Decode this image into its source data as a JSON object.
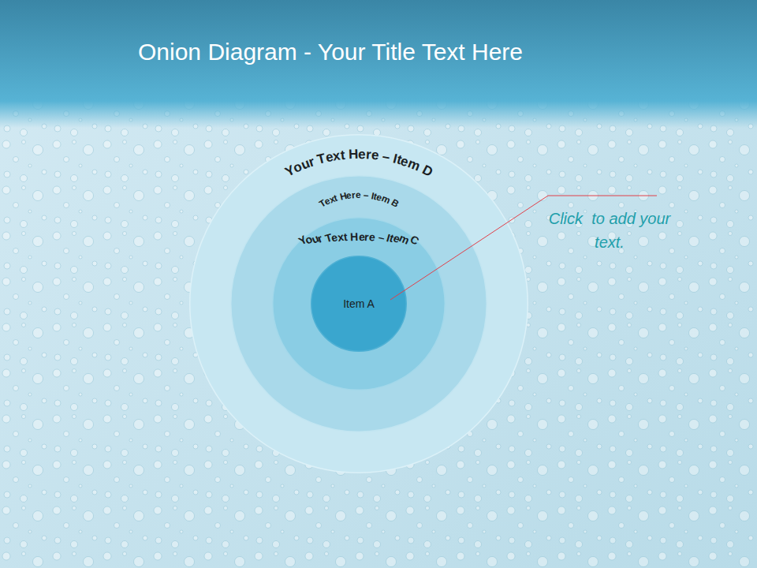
{
  "diagram": {
    "title": "Onion Diagram - Your Title Text Here",
    "nodes": [
      {
        "text": [
          "Your Text Here – Item D"
        ]
      },
      {
        "text": [
          "Your Text Here – Item C"
        ],
        "in": 0
      },
      {
        "text": [
          "Text Here – Item B"
        ],
        "in": 1
      },
      {
        "text": [
          "Item A"
        ],
        "in": 2
      }
    ],
    "labels": [
      "Click  to add your text."
    ]
  }
}
